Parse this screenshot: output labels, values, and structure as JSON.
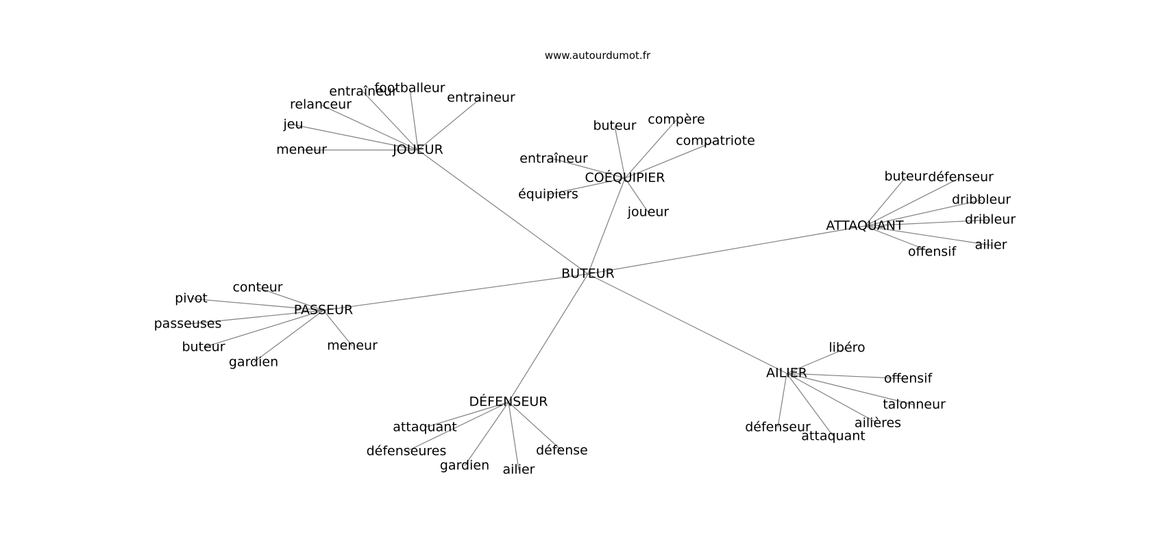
{
  "source": "www.autourdumot.fr",
  "colors": {
    "edge": "#808080",
    "text": "#000000",
    "background": "#ffffff"
  },
  "graph": {
    "center": "BUTEUR",
    "clusters": [
      {
        "hub": "JOUEUR",
        "leaves": [
          "entraîneur",
          "footballeur",
          "entraineur",
          "relanceur",
          "jeu",
          "meneur"
        ]
      },
      {
        "hub": "COÉQUIPIER",
        "leaves": [
          "buteur",
          "compère",
          "compatriote",
          "entraîneur",
          "équipiers",
          "joueur"
        ]
      },
      {
        "hub": "ATTAQUANT",
        "leaves": [
          "buteur",
          "défenseur",
          "dribbleur",
          "dribleur",
          "ailier",
          "offensif"
        ]
      },
      {
        "hub": "PASSEUR",
        "leaves": [
          "conteur",
          "pivot",
          "passeuses",
          "buteur",
          "gardien",
          "meneur"
        ]
      },
      {
        "hub": "DÉFENSEUR",
        "leaves": [
          "attaquant",
          "défenseures",
          "gardien",
          "ailier",
          "défense"
        ]
      },
      {
        "hub": "AILIER",
        "leaves": [
          "libéro",
          "offensif",
          "talonneur",
          "ailières",
          "attaquant",
          "défenseur"
        ]
      }
    ]
  }
}
